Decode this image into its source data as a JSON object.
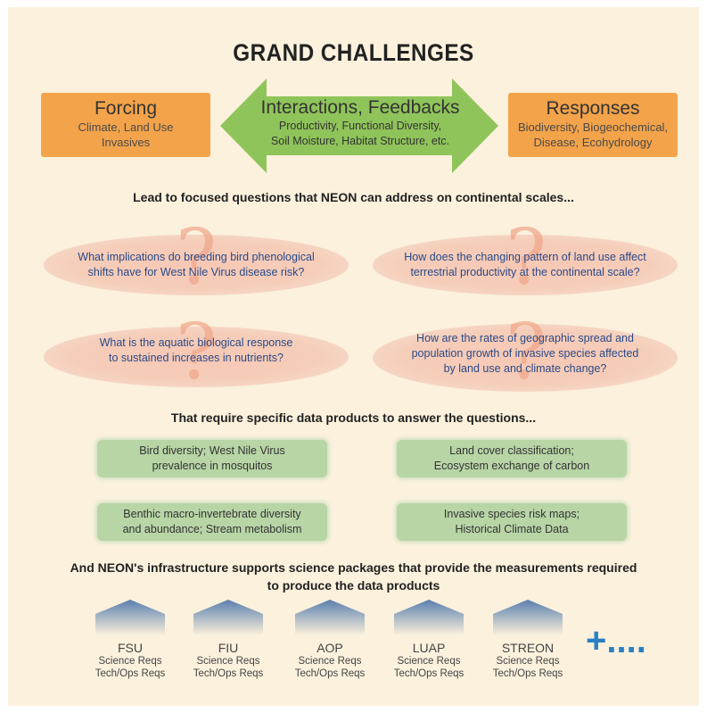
{
  "title": "GRAND CHALLENGES",
  "forcing": {
    "heading": "Forcing",
    "line1": "Climate, Land Use",
    "line2": "Invasives"
  },
  "interactions": {
    "heading": "Interactions, Feedbacks",
    "line1": "Productivity, Functional Diversity,",
    "line2": "Soil Moisture, Habitat Structure, etc."
  },
  "responses": {
    "heading": "Responses",
    "line1": "Biodiversity, Biogeochemical,",
    "line2": "Disease, Ecohydrology"
  },
  "lead_text": "Lead to focused questions that NEON can address on continental scales...",
  "questions": [
    {
      "line1": "What implications do breeding bird phenological",
      "line2": "shifts have for West Nile Virus disease risk?"
    },
    {
      "line1": "How does the changing pattern of land use affect",
      "line2": "terrestrial productivity at the continental scale?"
    },
    {
      "line1": "What is the aquatic biological response",
      "line2": "to sustained increases in nutrients?"
    },
    {
      "line1": "How are the rates of geographic spread and",
      "line2": "population growth of invasive species affected",
      "line3": "by land use and climate change?"
    }
  ],
  "require_text": "That require specific data products to answer the questions...",
  "products": [
    {
      "line1": "Bird diversity; West Nile Virus",
      "line2": "prevalence in mosquitos"
    },
    {
      "line1": "Land cover classification;",
      "line2": "Ecosystem exchange of carbon"
    },
    {
      "line1": "Benthic macro-invertebrate diversity",
      "line2": "and abundance; Stream metabolism"
    },
    {
      "line1": "Invasive species risk maps;",
      "line2": "Historical Climate Data"
    }
  ],
  "infra_text": {
    "line1": "And NEON's infrastructure supports science packages that provide the measurements required",
    "line2": "to produce the data products"
  },
  "packages": [
    {
      "name": "FSU",
      "l1": "Science Reqs",
      "l2": "Tech/Ops Reqs"
    },
    {
      "name": "FIU",
      "l1": "Science Reqs",
      "l2": "Tech/Ops Reqs"
    },
    {
      "name": "AOP",
      "l1": "Science Reqs",
      "l2": "Tech/Ops Reqs"
    },
    {
      "name": "LUAP",
      "l1": "Science Reqs",
      "l2": "Tech/Ops Reqs"
    },
    {
      "name": "STREON",
      "l1": "Science Reqs",
      "l2": "Tech/Ops Reqs"
    }
  ],
  "more": "+....",
  "colors": {
    "orange": "#f3a34a",
    "green_arrow": "#8fc45a",
    "green_box": "#b8d5a6",
    "question_text": "#2a4a8a",
    "roof": "#5a7fae"
  }
}
